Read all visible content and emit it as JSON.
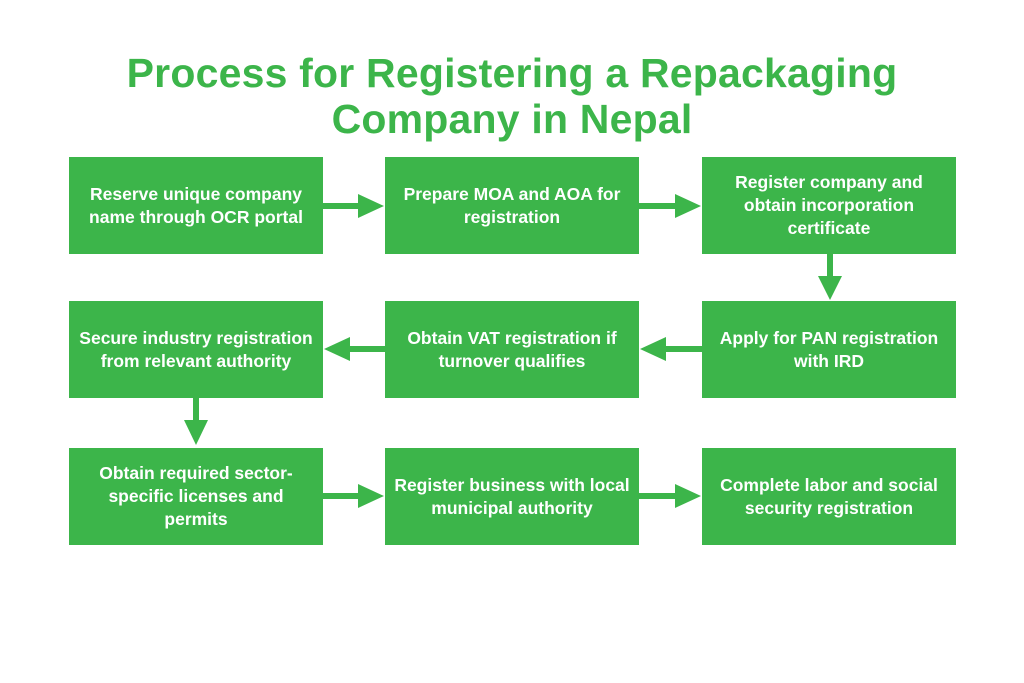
{
  "title": {
    "line1": "Process for Registering a Repackaging",
    "line2": "Company in Nepal"
  },
  "accent_color": "#3cb54a",
  "steps": [
    {
      "label": "Reserve unique company name through OCR portal"
    },
    {
      "label": "Prepare MOA and AOA for registration"
    },
    {
      "label": "Register company and obtain incorporation certificate"
    },
    {
      "label": "Apply for PAN registration with IRD"
    },
    {
      "label": "Obtain VAT registration if turnover qualifies"
    },
    {
      "label": "Secure industry registration from relevant authority"
    },
    {
      "label": "Obtain required sector-specific licenses and permits"
    },
    {
      "label": "Register business with local municipal authority"
    },
    {
      "label": "Complete labor and social security registration"
    }
  ]
}
